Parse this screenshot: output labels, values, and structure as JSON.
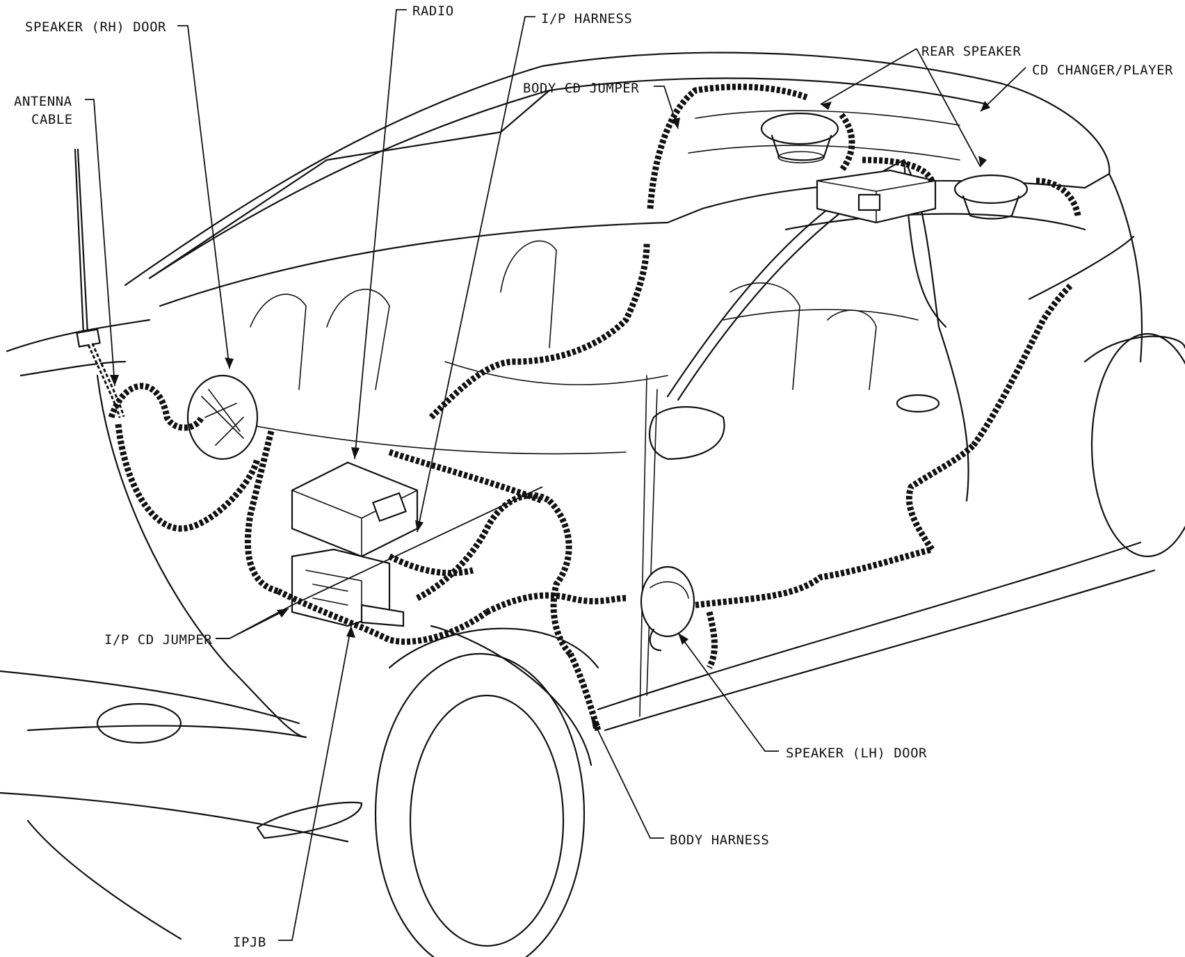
{
  "labels": {
    "speaker_rh_door": "SPEAKER (RH) DOOR",
    "radio": "RADIO",
    "ip_harness": "I/P HARNESS",
    "rear_speaker": "REAR SPEAKER",
    "cd_changer_player": "CD CHANGER/PLAYER",
    "body_cd_jumper": "BODY CD JUMPER",
    "antenna_cable_line1": "ANTENNA",
    "antenna_cable_line2": "CABLE",
    "ip_cd_jumper": "I/P CD JUMPER",
    "speaker_lh_door": "SPEAKER (LH) DOOR",
    "body_harness": "BODY HARNESS",
    "ipjb": "IPJB"
  },
  "colors": {
    "ink": "#111111",
    "paper": "#ffffff"
  }
}
